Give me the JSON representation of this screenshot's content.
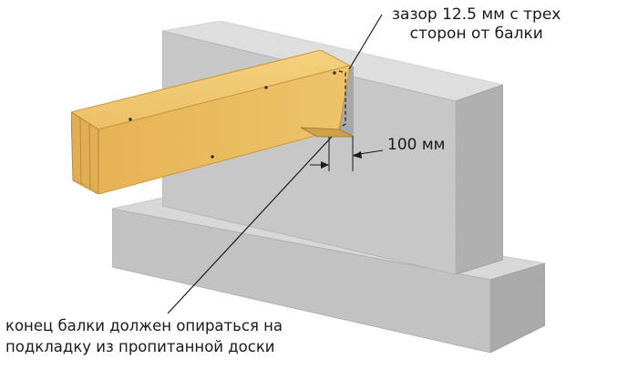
{
  "annotations": {
    "gap": {
      "line1": "зазор 12.5 мм с трех",
      "line2": "сторон от балки"
    },
    "bearing_width": {
      "text": "100 мм"
    },
    "support": {
      "line1": "конец балки должен опираться на",
      "line2": "подкладку из пропитанной доски"
    }
  },
  "colors": {
    "concrete_light": "#d6d6d6",
    "concrete_mid": "#bcbcbc",
    "concrete_dark": "#9e9e9e",
    "wood": "#f2c86a",
    "wood_dark": "#c9962f",
    "line": "#1a1a1a"
  }
}
